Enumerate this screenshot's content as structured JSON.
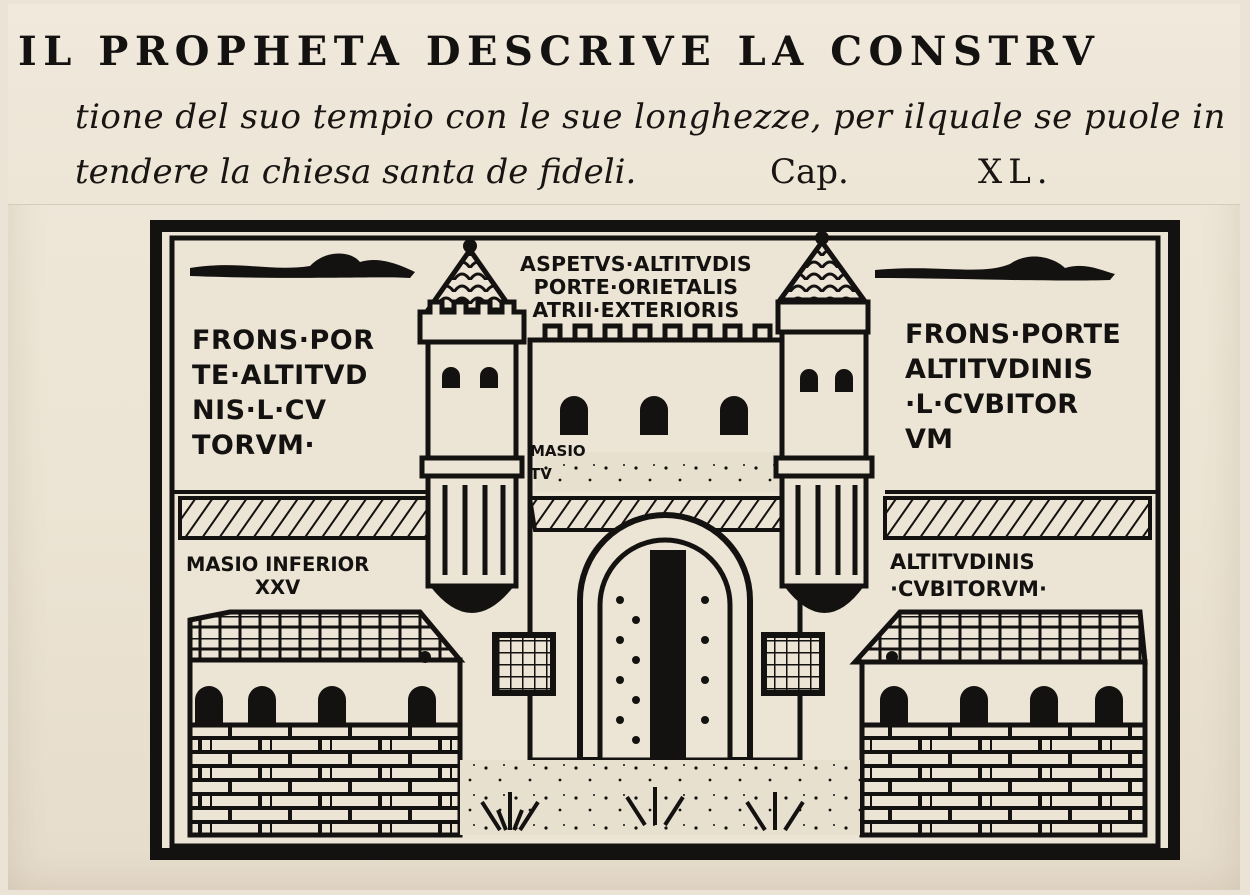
{
  "header": {
    "title": "IL PROPHETA DESCRIVE LA CONSTRV",
    "subtitle_line1": "tione del suo tempio con le sue longhezze, per ilquale se puole in",
    "subtitle_line2": "tendere la chiesa santa de fideli.",
    "chapter_label": "Cap.",
    "chapter_number": "XL."
  },
  "woodcut": {
    "center_label": "ASPETVS·ALTITVDIS\nPORTE·ORIETALIS\nATRII·EXTERIORIS",
    "left_label": "FRONS·POR\nTE·ALTITVD\nNIS·L·CV\nTORVM·",
    "right_label": "FRONS·PORTE\nALTITVDINIS\n·L·CVBITOR\nVM",
    "masio_label": "MASIO\nTV",
    "lower_left_label": "MASIO INFERIOR\nXXV",
    "lower_right_label": "ALTITVDINIS\n·CVBITORVM·"
  },
  "colors": {
    "ink": "#141210",
    "paper": "#ece4d4"
  }
}
